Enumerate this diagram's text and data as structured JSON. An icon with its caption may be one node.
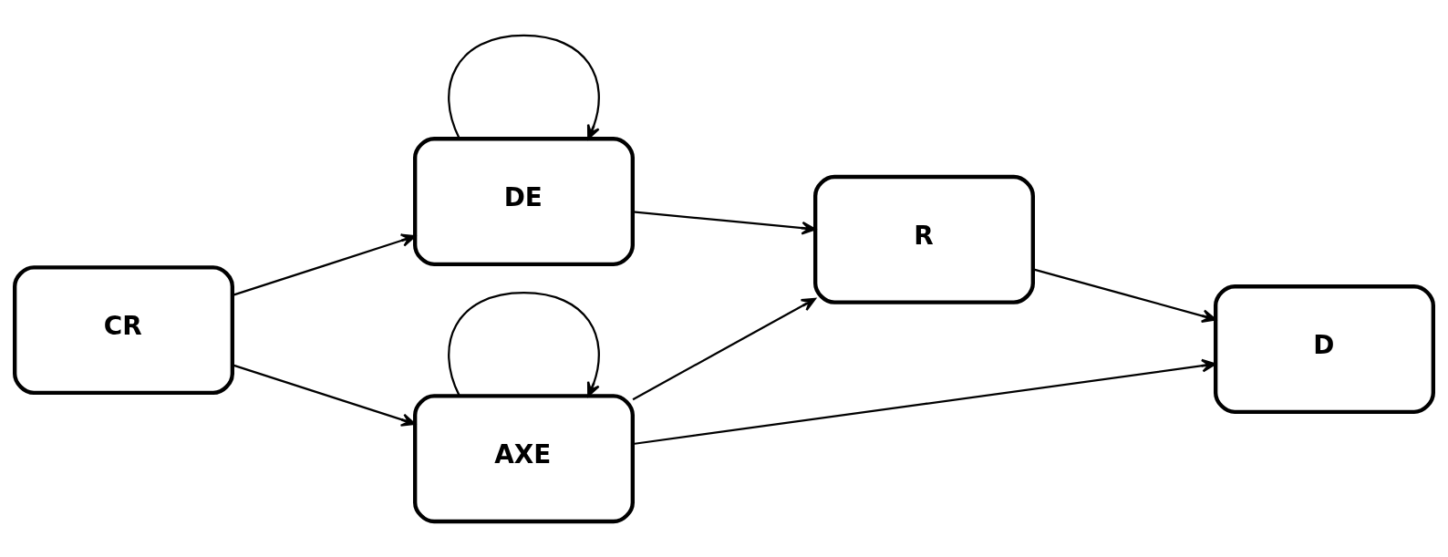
{
  "diagram": {
    "nodes": [
      {
        "text": [
          "CR"
        ]
      },
      {
        "text": [
          "AXE"
        ]
      },
      {
        "text": [
          "DE"
        ]
      },
      {
        "text": [
          "R"
        ]
      },
      {
        "text": [
          "D"
        ]
      }
    ],
    "edges": [
      {
        "from": 0,
        "to": 1,
        "arrow": "to"
      },
      {
        "from": 0,
        "to": 2,
        "arrow": "to"
      },
      {
        "from": 1,
        "to": 1,
        "arrow": "to"
      },
      {
        "from": 2,
        "to": 2,
        "arrow": "to"
      },
      {
        "from": 1,
        "to": 4,
        "arrow": "to"
      },
      {
        "from": 1,
        "to": 3,
        "arrow": "to"
      },
      {
        "from": 2,
        "to": 3,
        "arrow": "to"
      },
      {
        "from": 3,
        "to": 4,
        "arrow": "to"
      }
    ]
  }
}
